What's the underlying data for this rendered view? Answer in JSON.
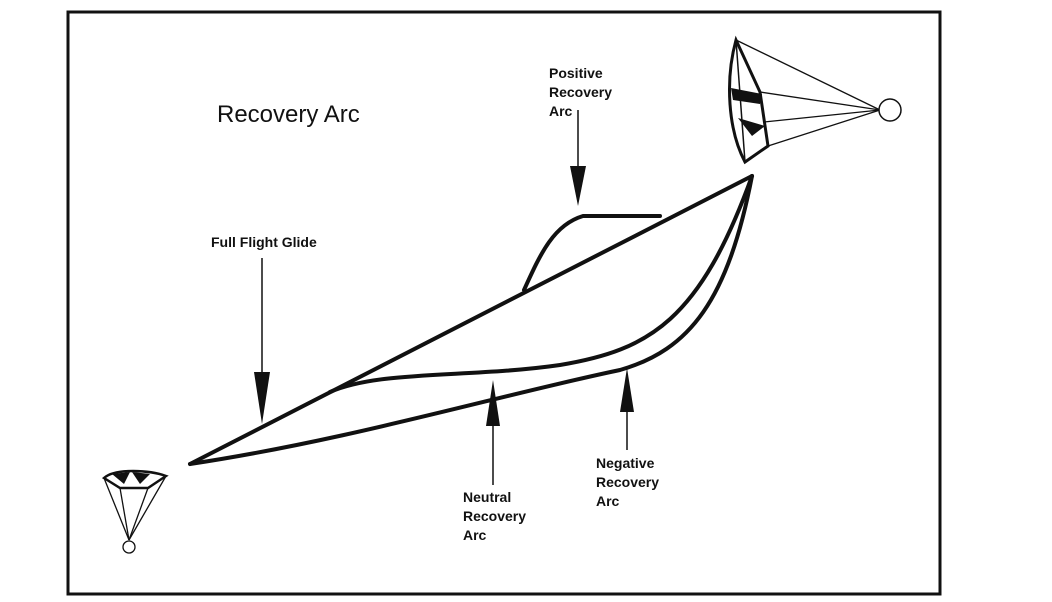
{
  "title": "Recovery Arc",
  "labels": {
    "positive": [
      "Positive",
      "Recovery",
      "Arc"
    ],
    "full_flight": "Full Flight Glide",
    "neutral": [
      "Neutral",
      "Recovery",
      "Arc"
    ],
    "negative": [
      "Negative",
      "Recovery",
      "Arc"
    ]
  },
  "icons": {
    "canopy_top": "parachute-icon",
    "canopy_bottom": "parachute-icon"
  },
  "colors": {
    "ink": "#111111",
    "background": "#ffffff"
  }
}
